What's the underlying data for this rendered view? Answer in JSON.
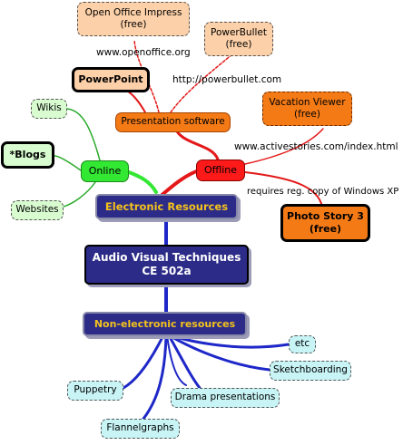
{
  "colors": {
    "navy": "#2c2c88",
    "gold_text": "#f4c21c",
    "orange": "#f47a16",
    "peach": "#fcd0a8",
    "mint": "#d8fbd0",
    "aqua": "#c8f4f6",
    "online_green": "#33e833",
    "offline_red": "#ff1a1a",
    "branch_red": "#e41818",
    "branch_blue": "#1e28c8",
    "branch_green": "#2aaa2a"
  },
  "nodes": {
    "open_office_impress": "Open Office Impress\n(free)",
    "powerbullet": "PowerBullet\n(free)",
    "powerpoint": "PowerPoint",
    "presentation_software": "Presentation software",
    "vacation_viewer": "Vacation Viewer\n(free)",
    "wikis": "Wikis",
    "blogs": "*Blogs",
    "online": "Online",
    "offline": "Offline",
    "websites": "Websites",
    "electronic_resources": "Electronic Resources",
    "photo_story": "Photo Story 3\n(free)",
    "central_topic": "Audio Visual Techniques\nCE 502a",
    "non_electronic_resources": "Non-electronic resources",
    "etc": "etc",
    "sketchboarding": "Sketchboarding",
    "puppetry": "Puppetry",
    "drama_presentations": "Drama presentations",
    "flannelgraphs": "Flannelgraphs"
  },
  "labels": {
    "openoffice_url": "www.openoffice.org",
    "powerbullet_url": "http://powerbullet.com",
    "activestories_url": "www.activestories.com/index.html",
    "requires_windows": "requires reg. copy of Windows XP"
  }
}
